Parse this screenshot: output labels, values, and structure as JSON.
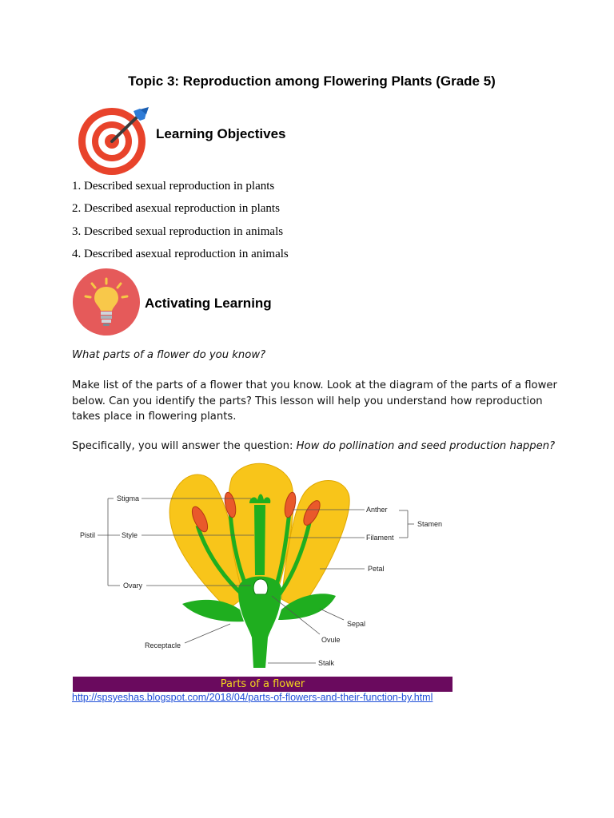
{
  "title": "Topic 3: Reproduction among Flowering Plants (Grade 5)",
  "objectives": {
    "heading": "Learning Objectives",
    "icon": "target-icon",
    "items": [
      "1. Described sexual reproduction in plants",
      "2. Described asexual reproduction in plants",
      "3. Described sexual reproduction in animals",
      "4. Described asexual reproduction in animals"
    ]
  },
  "activating": {
    "heading": "Activating Learning",
    "icon": "lightbulb-icon",
    "question": "What parts of a flower do you know?",
    "paragraph": "Make list of the parts of a flower that you know. Look at the diagram of the parts of a flower below. Can you identify the parts? This lesson will help you understand how reproduction takes place in flowering plants.",
    "specific_prefix": "Specifically, you will answer the question: ",
    "specific_question": "How do pollination and seed production happen?"
  },
  "diagram": {
    "labels": {
      "stigma": "Stigma",
      "style": "Style",
      "ovary": "Ovary",
      "pistil": "Pistil",
      "anther": "Anther",
      "filament": "Filament",
      "stamen": "Stamen",
      "petal": "Petal",
      "sepal": "Sepal",
      "ovule": "Ovule",
      "receptacle": "Receptacle",
      "stalk": "Stalk"
    },
    "caption": "Parts of a flower",
    "source_link": "http://spsyeshas.blogspot.com/2018/04/parts-of-flowers-and-their-function-by.html"
  },
  "colors": {
    "petal": "#f8c51a",
    "green": "#1fae1f",
    "anther": "#e9592b",
    "caption_bg": "#6a0a5e",
    "caption_text": "#f4d71c",
    "link": "#1f4fd8"
  }
}
